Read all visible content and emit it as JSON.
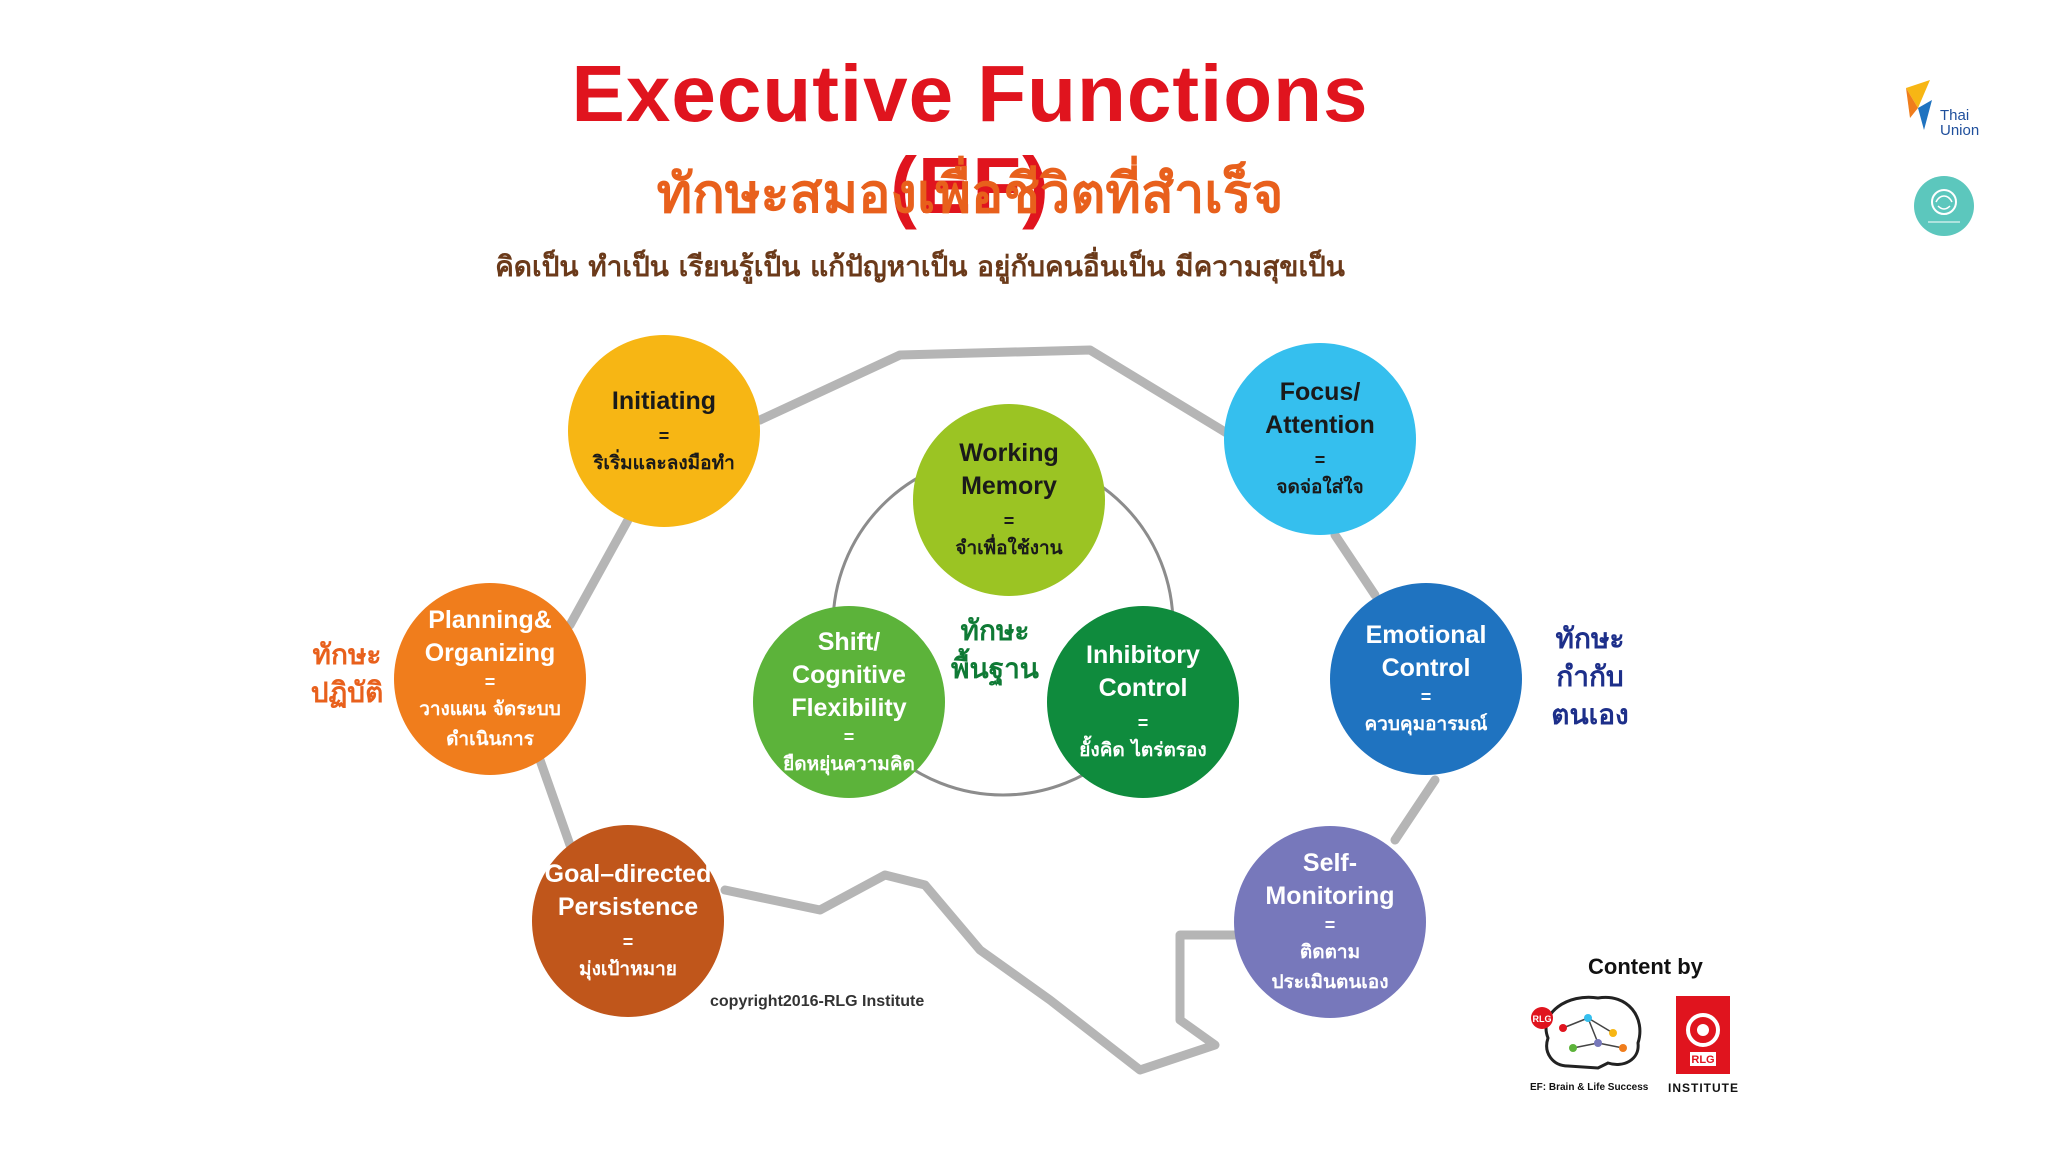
{
  "header": {
    "title": "Executive Functions (EF)",
    "subtitle_th": "ทักษะสมองเพื่อชีวิตที่สำเร็จ",
    "tagline_th": "คิดเป็น ทำเป็น เรียนรู้เป็น แก้ปัญหาเป็น อยู่กับคนอื่นเป็น มีความสุขเป็น"
  },
  "center_label": {
    "line1": "ทักษะ",
    "line2": "พื้นฐาน"
  },
  "left_label": {
    "line1": "ทักษะ",
    "line2": "ปฏิบัติ"
  },
  "right_label": {
    "line1": "ทักษะ",
    "line2": "กำกับ",
    "line3": "ตนเอง"
  },
  "circles": {
    "initiating": {
      "en1": "Initiating",
      "en2": "",
      "eq": "=",
      "th1": "ริเริ่มและลงมือทำ",
      "th2": "",
      "color": "#f7b614"
    },
    "planning": {
      "en1": "Planning&",
      "en2": "Organizing",
      "eq": "=",
      "th1": "วางแผน จัดระบบ",
      "th2": "ดำเนินการ",
      "color": "#f07d1c"
    },
    "goal": {
      "en1": "Goal–directed",
      "en2": "Persistence",
      "eq": "=",
      "th1": "มุ่งเป้าหมาย",
      "th2": "",
      "color": "#c0561b"
    },
    "working": {
      "en1": "Working",
      "en2": "Memory",
      "eq": "=",
      "th1": "จำเพื่อใช้งาน",
      "th2": "",
      "color": "#9bc423"
    },
    "shift": {
      "en1": "Shift/",
      "en2": "Cognitive",
      "en3": "Flexibility",
      "eq": "=",
      "th1": "ยืดหยุ่นความคิด",
      "color": "#5cb33a"
    },
    "inhibitory": {
      "en1": "Inhibitory",
      "en2": "Control",
      "eq": "=",
      "th1": "ยั้งคิด ไตร่ตรอง",
      "th2": "",
      "color": "#0f8b3d"
    },
    "focus": {
      "en1": "Focus/",
      "en2": "Attention",
      "eq": "=",
      "th1": "จดจ่อใส่ใจ",
      "th2": "",
      "color": "#35bfee"
    },
    "emotional": {
      "en1": "Emotional",
      "en2": "Control",
      "eq": "=",
      "th1": "ควบคุมอารมณ์",
      "th2": "",
      "color": "#1f73c0"
    },
    "self": {
      "en1": "Self-",
      "en2": "Monitoring",
      "eq": "=",
      "th1": "ติดตาม",
      "th2": "ประเมินตนเอง",
      "color": "#7778bb"
    }
  },
  "footer": {
    "copyright": "copyright2016-RLG Institute",
    "content_by": "Content by",
    "ef_logo_text": "EF: Brain & Life Success",
    "rlg_badge": "RLG",
    "rlg_institute": "INSTITUTE"
  },
  "logos": {
    "thai_union_line1": "Thai",
    "thai_union_line2": "Union"
  },
  "colors": {
    "title": "#e0141e",
    "subtitle": "#e8601c",
    "tagline": "#6b3a1a",
    "left_label": "#e8601c",
    "center_label": "#0f7a35",
    "right_label": "#1d2f8a",
    "frame_line": "#b5b5b5"
  }
}
